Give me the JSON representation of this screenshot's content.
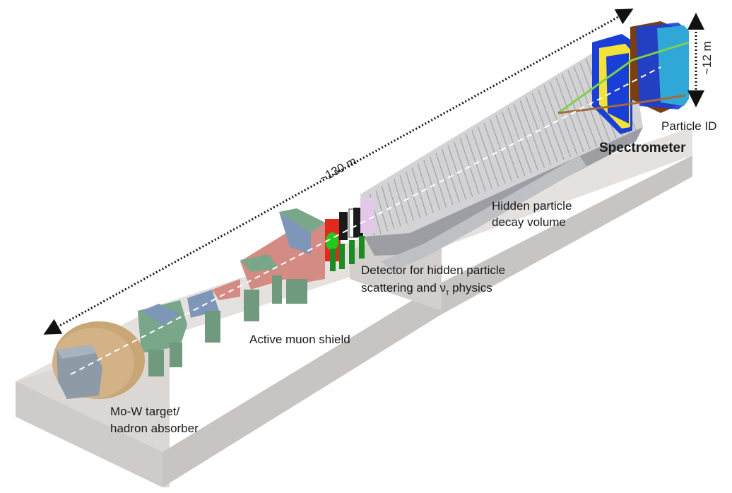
{
  "labels": {
    "length": "~130 m",
    "height": "~12 m",
    "particle_id": "Particle ID",
    "spectrometer": "Spectrometer",
    "decay_volume_1": "Hidden particle",
    "decay_volume_2": "decay volume",
    "detector_1": "Detector for hidden particle",
    "detector_2_prefix": "scattering and ",
    "detector_2_nu": "ν",
    "detector_2_tau": "τ",
    "detector_2_suffix": " physics",
    "muon_shield": "Active muon shield",
    "target_1": "Mo-W target/",
    "target_2": "hadron absorber"
  },
  "colors": {
    "floor": "#d9d6d4",
    "target_copper": "#c8a676",
    "shield_red": "#d48b84",
    "shield_green": "#7aa68a",
    "shield_blue": "#7e96b8",
    "support_green": "#6f9a7d",
    "vessel_grey": "#cfcfd2",
    "beam_line": "#ffffff",
    "spectro_blue": "#1a3fd6",
    "spectro_yellow": "#f2e23a",
    "spectro_brown": "#7a3e10",
    "spectro_cyan": "#2fa8d8",
    "track_green": "#7fd04a",
    "track_brown": "#a56a3a",
    "detector_red": "#e02a1e",
    "detector_green": "#22c81e",
    "detector_lilac": "#e4c8ea"
  }
}
